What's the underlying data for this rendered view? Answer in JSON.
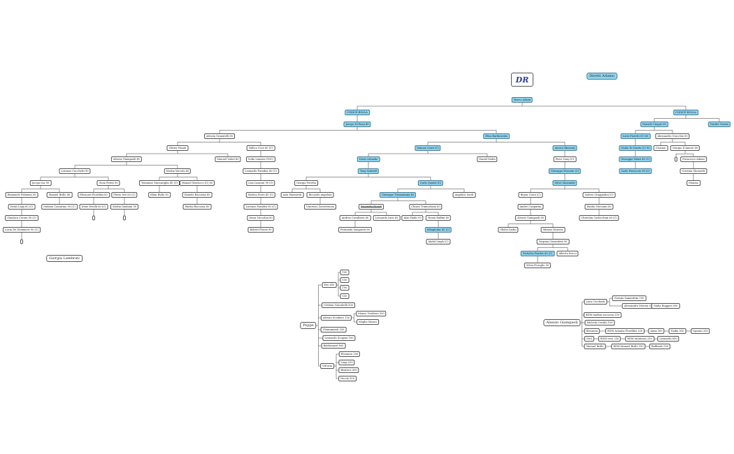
{
  "logo_text": "DR",
  "colors": {
    "highlight": "#8fd5ef",
    "border": "#555555",
    "logo": "#2a3f8f"
  },
  "nodes": [
    {
      "id": "legend",
      "label": "Diretti Adamo",
      "hl": true,
      "big": true
    },
    {
      "id": "root",
      "label": "Marco Adami",
      "hl": true
    },
    {
      "id": "cc1",
      "label": "CODICE BOLLA",
      "hl": true
    },
    {
      "id": "jdr",
      "label": "Jacopo Di Rosa 45",
      "hl": true
    },
    {
      "id": "cc2",
      "label": "CODICE BOLLA",
      "hl": true
    },
    {
      "id": "dc",
      "label": "Daniele Cingue 60",
      "hl": true
    },
    {
      "id": "dg",
      "label": "Davide Germo",
      "hl": true
    },
    {
      "id": "ag",
      "label": "Alessia Granatelli 65"
    },
    {
      "id": "op",
      "label": "Olivier Panati"
    },
    {
      "id": "ag2",
      "label": "Alessio Giampaoli 45"
    },
    {
      "id": "lc",
      "label": "Lorenzo Cucchetti 90"
    },
    {
      "id": "ji",
      "label": "Jacopo Isa 90"
    },
    {
      "id": "ep",
      "label": "Emanuele Polimeni 90"
    },
    {
      "id": "dla",
      "label": "Denis Laija 60 (C)"
    },
    {
      "id": "gc",
      "label": "Gianluca Ceroni 90 (C)"
    },
    {
      "id": "ldd",
      "label": "Lucia De Dominicis 90 (C)"
    },
    {
      "id": "b1",
      "label": "",
      "blank": true
    },
    {
      "id": "mb",
      "label": "Manuel Brillo 45"
    },
    {
      "id": "sc",
      "label": "Stefano Cassarino 90 (C)"
    },
    {
      "id": "gp",
      "label": "Gioia Perini 90"
    },
    {
      "id": "ef",
      "label": "Eleonora Fiordilisi 60"
    },
    {
      "id": "ee",
      "label": "Irene Errolli 60 (C)"
    },
    {
      "id": "b2",
      "label": "",
      "blank": true
    },
    {
      "id": "fi",
      "label": "Flavio Ievi 60 (C)"
    },
    {
      "id": "md",
      "label": "Mattia Daubani 90"
    },
    {
      "id": "b3",
      "label": "",
      "blank": true
    },
    {
      "id": "mv",
      "label": "Mattia Vercola 45"
    },
    {
      "id": "tm",
      "label": "Tommaso Massariglia 45 (C)"
    },
    {
      "id": "eb",
      "label": "Elian Bullo 90"
    },
    {
      "id": "mm",
      "label": "Manuel Marzocci (C) 60"
    },
    {
      "id": "dba",
      "label": "Daniele Baccaria 60"
    },
    {
      "id": "mba",
      "label": "Mattia Baccaria 60"
    },
    {
      "id": "mvi",
      "label": "Manuel Valeri 60"
    },
    {
      "id": "vcc",
      "label": "Vallica Cece 60 (C)"
    },
    {
      "id": "sl",
      "label": "Sofia Lanzoni (90C)"
    },
    {
      "id": "lpa",
      "label": "Leonardo Paradisi 60 (C)"
    },
    {
      "id": "lla",
      "label": "Lisa Lanzoni 90 (C)"
    },
    {
      "id": "mfo",
      "label": "Matteo Forte 45 (C)"
    },
    {
      "id": "lpa2",
      "label": "Lorenzo Paradisi 60 (C)"
    },
    {
      "id": "oni",
      "label": "Omar Niccolini 60"
    },
    {
      "id": "rfl",
      "label": "Robert Florea 90"
    },
    {
      "id": "eba",
      "label": "Elisa Bartkowska",
      "hl": true
    },
    {
      "id": "sco",
      "label": "Simone Conti (C)",
      "hl": true
    },
    {
      "id": "dcol",
      "label": "Dario colombo",
      "hl": true
    },
    {
      "id": "tga",
      "label": "Tony Gabrieli",
      "hl": true
    },
    {
      "id": "gpe",
      "label": "Giorgia Peretta"
    },
    {
      "id": "ama",
      "label": "Asia Massaroli"
    },
    {
      "id": "rang",
      "label": "Riccardo angeloni"
    },
    {
      "id": "vzo",
      "label": "Vincenzo Zorzettuono"
    },
    {
      "id": "cqu",
      "label": "Carlo Quadri (C)",
      "hl": true
    },
    {
      "id": "gtr",
      "label": "Giuseppe Tramontana 45",
      "hl": true
    },
    {
      "id": "rgh",
      "label": "Riccardo Ghardi",
      "strike": true
    },
    {
      "id": "aca",
      "label": "Andrea Cavallaroi 60"
    },
    {
      "id": "fsa",
      "label": "Fernanda Sanguetti 60"
    },
    {
      "id": "lis",
      "label": "Leonardo Isais 60"
    },
    {
      "id": "ctr",
      "label": "Chiara Tramontana 60"
    },
    {
      "id": "aha",
      "label": "Alan Haiht 90"
    },
    {
      "id": "vru",
      "label": "Ylenia Ruffini 60"
    },
    {
      "id": "mbl",
      "label": "Mbaglodar 45 (C)",
      "hl": true
    },
    {
      "id": "asi",
      "label": "Abdul Singh (C)"
    },
    {
      "id": "aso",
      "label": "Angelica Sordi"
    },
    {
      "id": "dma",
      "label": "Daniel Malta"
    },
    {
      "id": "abi",
      "label": "Aurora Biassoni",
      "hl": true
    },
    {
      "id": "pso",
      "label": "Piero Song (C)"
    },
    {
      "id": "gmo",
      "label": "Giuseppe Moscato (C)",
      "hl": true
    },
    {
      "id": "bma",
      "label": "Steve Mastande",
      "hl": true
    },
    {
      "id": "bco",
      "label": "Bryan Costa (C)"
    },
    {
      "id": "aga",
      "label": "Andrei Gasparini"
    },
    {
      "id": "agi",
      "label": "Alessio Giampaoli 60"
    },
    {
      "id": "sla",
      "label": "Sholio Lasko"
    },
    {
      "id": "mmo",
      "label": "Miriam Morrosi"
    },
    {
      "id": "vga",
      "label": "Virginia Gasarabea 90"
    },
    {
      "id": "nfo",
      "label": "Nicholas Fontier 60 (C)",
      "hl": true
    },
    {
      "id": "sfe",
      "label": "Silvia Feruglio 90"
    },
    {
      "id": "alv",
      "label": "Alberto levico"
    },
    {
      "id": "vgr",
      "label": "Valerio Graggiolini (C)"
    },
    {
      "id": "emv",
      "label": "Emilio Mercanti 60"
    },
    {
      "id": "ccp",
      "label": "Christian Carlecchini 60 (C)"
    },
    {
      "id": "lfi",
      "label": "Loris Fioretti (C) 60",
      "hl": true
    },
    {
      "id": "gdn",
      "label": "Giulio Di Nardo (C) 90",
      "hl": true
    },
    {
      "id": "gse",
      "label": "Giuseppe Selari 45 (C)",
      "hl": true
    },
    {
      "id": "cfe",
      "label": "Carlo Ferruccio 90 (C)",
      "hl": true
    },
    {
      "id": "acr",
      "label": "Alessandro Cracchio 60"
    },
    {
      "id": "cri",
      "label": "Cristian"
    },
    {
      "id": "gda",
      "label": "Giorgio D'Amore 60"
    },
    {
      "id": "b4",
      "label": "",
      "blank": true
    },
    {
      "id": "fad",
      "label": "Francesco Adami"
    },
    {
      "id": "cgh",
      "label": "Cristina Ghezzetti"
    },
    {
      "id": "mon",
      "label": "Monaia"
    },
    {
      "id": "glm",
      "label": "Giorgia Lambrati",
      "big": true
    },
    {
      "id": "pep",
      "label": "Peppe",
      "big": true
    },
    {
      "id": "ez",
      "label": "Ezo 650"
    },
    {
      "id": "e1",
      "label": "100"
    },
    {
      "id": "e2",
      "label": "100"
    },
    {
      "id": "e3",
      "label": "100"
    },
    {
      "id": "e4",
      "label": "100"
    },
    {
      "id": "cgi",
      "label": "Cristian Giacobelli 500"
    },
    {
      "id": "asc",
      "label": "Alessio Scudiero 150"
    },
    {
      "id": "msc",
      "label": "Mauro Scudiero 550"
    },
    {
      "id": "mma",
      "label": "Moglie Mauro"
    },
    {
      "id": "cha",
      "label": "Chiaramonti 550"
    },
    {
      "id": "lsc",
      "label": "Leonardo Scuponi 100"
    },
    {
      "id": "bal",
      "label": "Baldassarri 800"
    },
    {
      "id": "vit",
      "label": "Vittoria"
    },
    {
      "id": "ele",
      "label": "Eleonora 250"
    },
    {
      "id": "lui",
      "label": "Luigi 250"
    },
    {
      "id": "bea",
      "label": "Beatrice 500"
    },
    {
      "id": "nic",
      "label": "Nicola 500"
    },
    {
      "id": "agb",
      "label": "Alessio Giampaoli",
      "big": true
    },
    {
      "id": "lcc",
      "label": "Lara Cecchetti"
    },
    {
      "id": "gza",
      "label": "Giorgia Zammittini 100"
    },
    {
      "id": "amr",
      "label": "Alessandro Moroni 550"
    },
    {
      "id": "gru",
      "label": "Giulia Ruggeri 800"
    },
    {
      "id": "rdm",
      "label": "RDM mathia soccorsa 250"
    },
    {
      "id": "mcs",
      "label": "Michela Cerulio 100"
    },
    {
      "id": "elb",
      "label": "Eleonora"
    },
    {
      "id": "raf",
      "label": "RDM Arianna Fiordilisi 200"
    },
    {
      "id": "ann",
      "label": "Anna 500"
    },
    {
      "id": "nad",
      "label": "Nadia 550"
    },
    {
      "id": "spo",
      "label": "Sposini 200"
    },
    {
      "id": "ver",
      "label": "Vero"
    },
    {
      "id": "rve",
      "label": "RDM vero 250"
    },
    {
      "id": "rsa",
      "label": "RDM tatatuaso 250"
    },
    {
      "id": "lnb",
      "label": "Leonardo 800"
    },
    {
      "id": "mbr",
      "label": "Manuel Brillo"
    },
    {
      "id": "rmb",
      "label": "RDM Manuel Brillo 250"
    },
    {
      "id": "bau",
      "label": "Baffinale 550"
    }
  ]
}
